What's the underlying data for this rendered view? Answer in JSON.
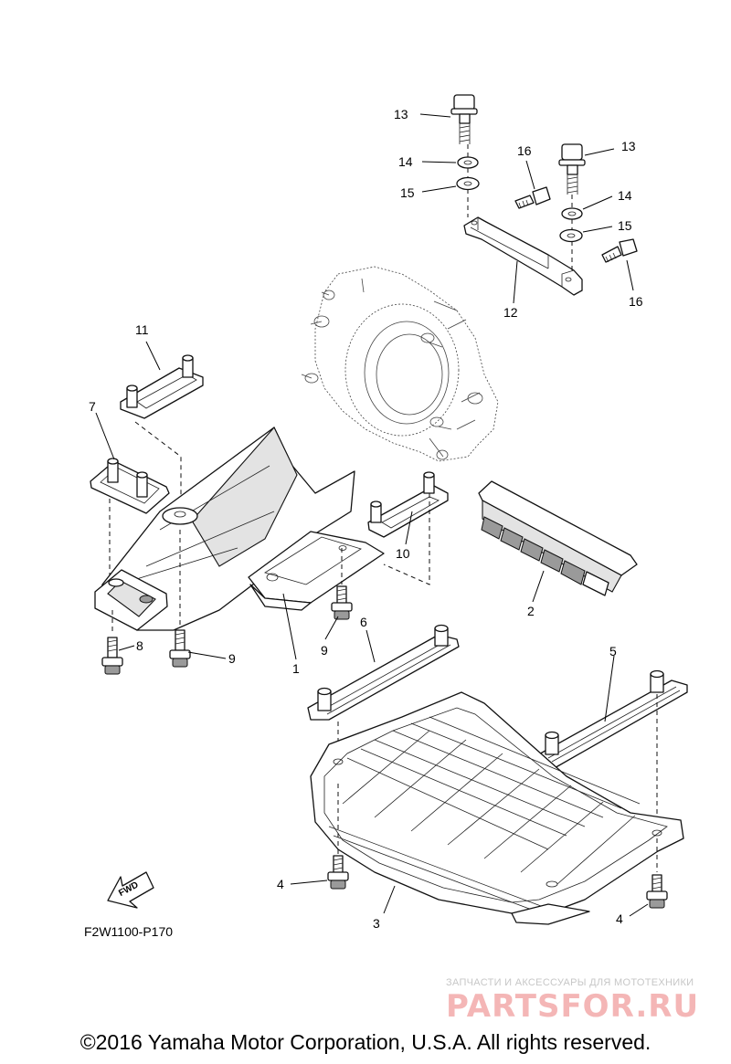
{
  "callouts": [
    {
      "id": "13a",
      "text": "13"
    },
    {
      "id": "14a",
      "text": "14"
    },
    {
      "id": "15a",
      "text": "15"
    },
    {
      "id": "16a",
      "text": "16"
    },
    {
      "id": "13b",
      "text": "13"
    },
    {
      "id": "14b",
      "text": "14"
    },
    {
      "id": "15b",
      "text": "15"
    },
    {
      "id": "16b",
      "text": "16"
    },
    {
      "id": "12",
      "text": "12"
    },
    {
      "id": "11",
      "text": "11"
    },
    {
      "id": "7",
      "text": "7"
    },
    {
      "id": "10",
      "text": "10"
    },
    {
      "id": "2",
      "text": "2"
    },
    {
      "id": "8",
      "text": "8"
    },
    {
      "id": "9a",
      "text": "9"
    },
    {
      "id": "9b",
      "text": "9"
    },
    {
      "id": "1",
      "text": "1"
    },
    {
      "id": "6",
      "text": "6"
    },
    {
      "id": "5",
      "text": "5"
    },
    {
      "id": "4a",
      "text": "4"
    },
    {
      "id": "3",
      "text": "3"
    },
    {
      "id": "4b",
      "text": "4"
    }
  ],
  "fwd_label": "FWD",
  "figure_code": "F2W1100-P170",
  "watermark": {
    "tagline": "ЗАПЧАСТИ И АКСЕССУАРЫ ДЛЯ МОТОТЕХНИКИ",
    "brand": "PARTSFOR.RU"
  },
  "copyright": "©2016 Yamaha Motor Corporation, U.S.A. All rights reserved."
}
